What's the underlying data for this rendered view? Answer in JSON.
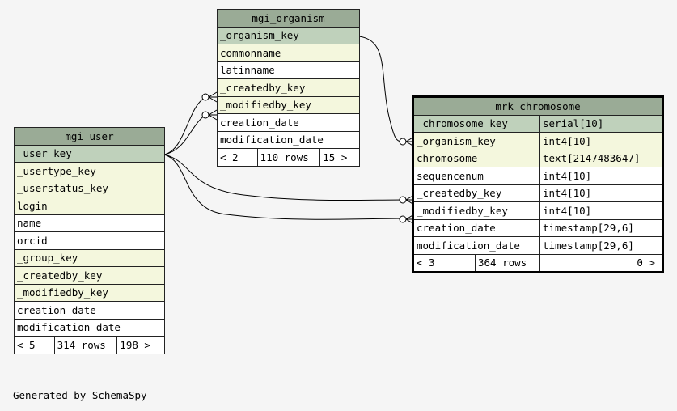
{
  "tables": {
    "mgi_organism": {
      "name": "mgi_organism",
      "columns": [
        {
          "name": "_organism_key",
          "kind": "pk"
        },
        {
          "name": "commonname",
          "kind": "fk"
        },
        {
          "name": "latinname",
          "kind": "plain"
        },
        {
          "name": "_createdby_key",
          "kind": "fk"
        },
        {
          "name": "_modifiedby_key",
          "kind": "fk"
        },
        {
          "name": "creation_date",
          "kind": "plain"
        },
        {
          "name": "modification_date",
          "kind": "plain"
        }
      ],
      "footer": {
        "parents": "< 2",
        "rows": "110 rows",
        "children": "15 >"
      }
    },
    "mgi_user": {
      "name": "mgi_user",
      "columns": [
        {
          "name": "_user_key",
          "kind": "pk"
        },
        {
          "name": "_usertype_key",
          "kind": "fk"
        },
        {
          "name": "_userstatus_key",
          "kind": "fk"
        },
        {
          "name": "login",
          "kind": "fk"
        },
        {
          "name": "name",
          "kind": "plain"
        },
        {
          "name": "orcid",
          "kind": "plain"
        },
        {
          "name": "_group_key",
          "kind": "fk"
        },
        {
          "name": "_createdby_key",
          "kind": "fk"
        },
        {
          "name": "_modifiedby_key",
          "kind": "fk"
        },
        {
          "name": "creation_date",
          "kind": "plain"
        },
        {
          "name": "modification_date",
          "kind": "plain"
        }
      ],
      "footer": {
        "parents": "< 5",
        "rows": "314 rows",
        "children": "198 >"
      }
    },
    "mrk_chromosome": {
      "name": "mrk_chromosome",
      "columns": [
        {
          "name": "_chromosome_key",
          "type": "serial[10]",
          "kind": "pk"
        },
        {
          "name": "_organism_key",
          "type": "int4[10]",
          "kind": "fk"
        },
        {
          "name": "chromosome",
          "type": "text[2147483647]",
          "kind": "fk"
        },
        {
          "name": "sequencenum",
          "type": "int4[10]",
          "kind": "plain"
        },
        {
          "name": "_createdby_key",
          "type": "int4[10]",
          "kind": "plain"
        },
        {
          "name": "_modifiedby_key",
          "type": "int4[10]",
          "kind": "plain"
        },
        {
          "name": "creation_date",
          "type": "timestamp[29,6]",
          "kind": "plain"
        },
        {
          "name": "modification_date",
          "type": "timestamp[29,6]",
          "kind": "plain"
        }
      ],
      "footer": {
        "parents": "< 3",
        "rows": "364 rows",
        "children": "0 >"
      }
    }
  },
  "footer_text": "Generated by SchemaSpy"
}
